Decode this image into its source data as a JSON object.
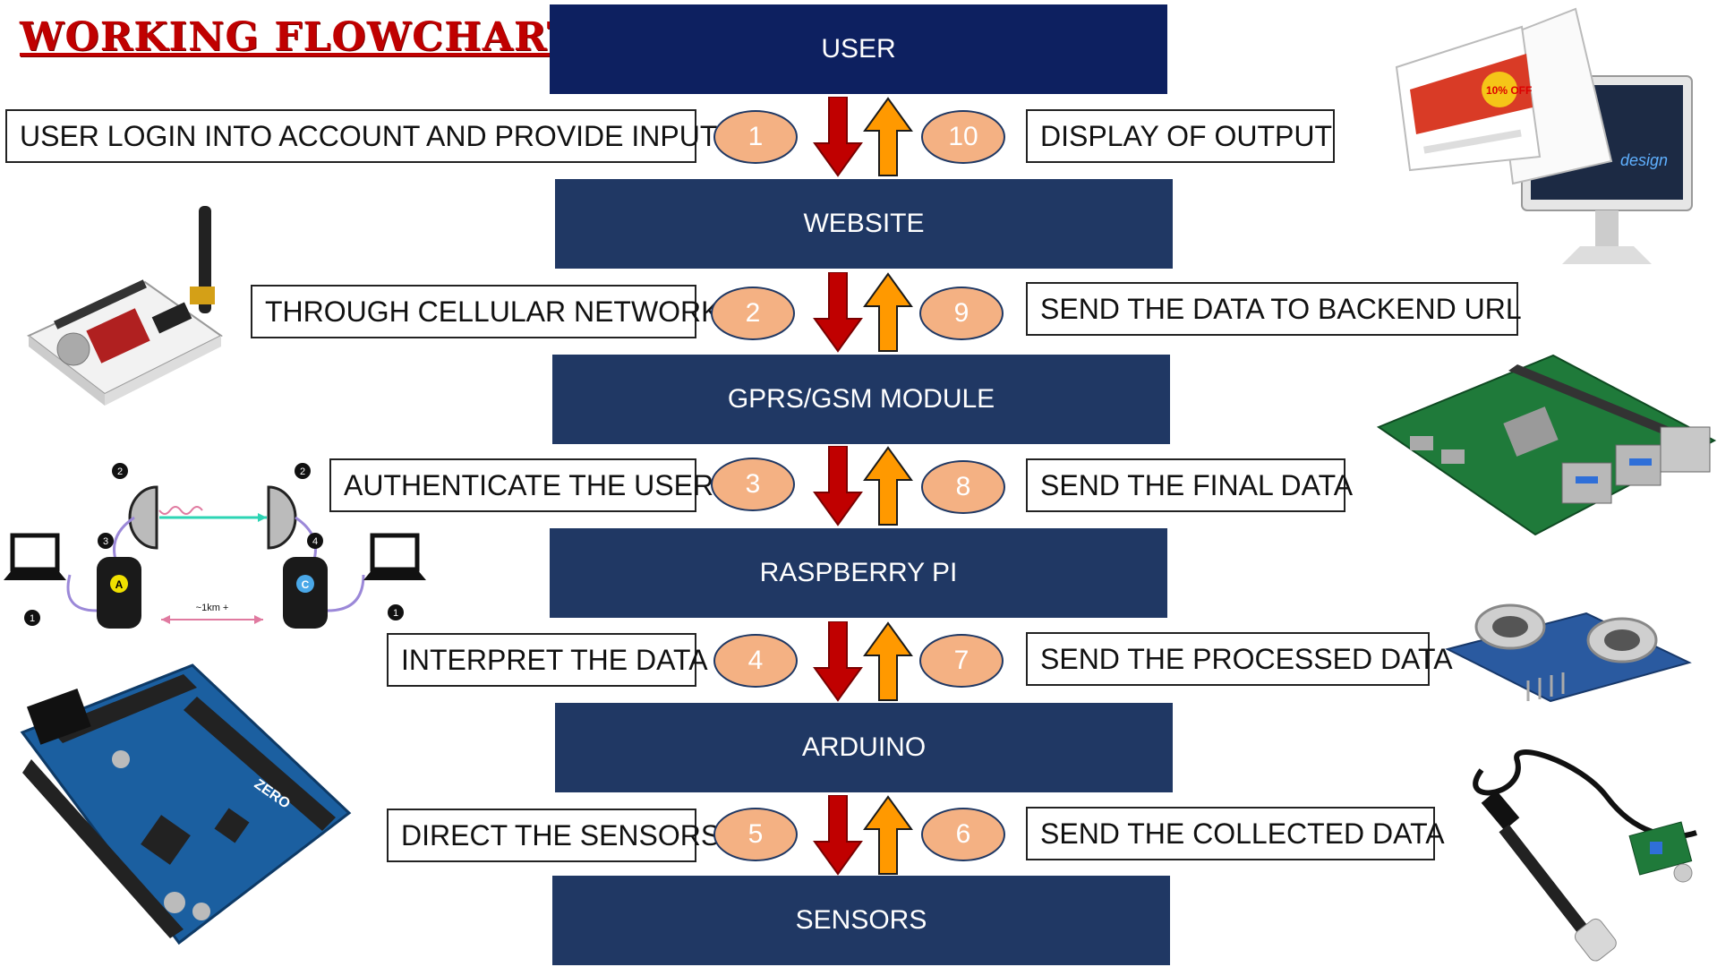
{
  "title": "WORKING FLOWCHART",
  "colors": {
    "node_dark": "#0d2060",
    "node": "#203864",
    "badge_fill": "#f4b183",
    "down_arrow": "#c00000",
    "up_arrow": "#ff9900",
    "title": "#c00000"
  },
  "nodes": [
    {
      "label": "USER"
    },
    {
      "label": "WEBSITE"
    },
    {
      "label": "GPRS/GSM MODULE"
    },
    {
      "label": "RASPBERRY PI"
    },
    {
      "label": "ARDUINO"
    },
    {
      "label": "SENSORS"
    }
  ],
  "steps": [
    {
      "down_num": "1",
      "down_label": "USER LOGIN INTO ACCOUNT AND PROVIDE INPUT",
      "up_num": "10",
      "up_label": "DISPLAY OF OUTPUT"
    },
    {
      "down_num": "2",
      "down_label": "THROUGH CELLULAR NETWORK",
      "up_num": "9",
      "up_label": "SEND THE DATA TO BACKEND URL"
    },
    {
      "down_num": "3",
      "down_label": "AUTHENTICATE THE USER",
      "up_num": "8",
      "up_label": "SEND THE FINAL DATA"
    },
    {
      "down_num": "4",
      "down_label": "INTERPRET THE DATA",
      "up_num": "7",
      "up_label": "SEND THE PROCESSED DATA"
    },
    {
      "down_num": "5",
      "down_label": "DIRECT THE SENSORS",
      "up_num": "6",
      "up_label": "SEND THE COLLECTED DATA"
    }
  ],
  "illustrations": {
    "lora_diagram": {
      "distance_label": "~1km +",
      "node_a": "A",
      "node_c": "C",
      "markers": [
        "1",
        "2",
        "3",
        "4"
      ]
    },
    "arduino_board_text": "ZERO",
    "website_screen_text": "design",
    "website_badge_text": "10% OFF"
  }
}
